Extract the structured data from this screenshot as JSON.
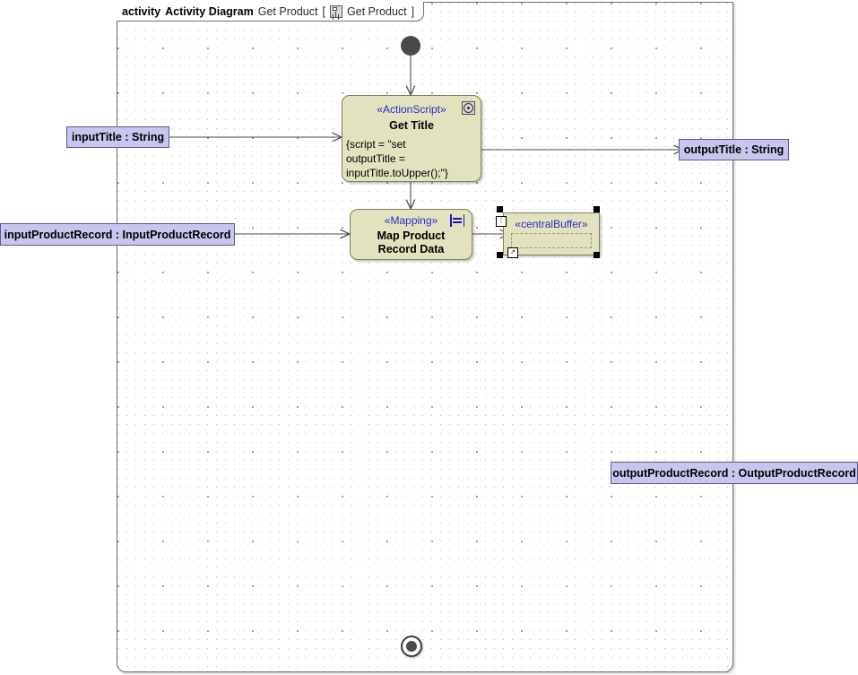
{
  "frame": {
    "keyword": "activity",
    "type_label": "Activity Diagram",
    "name": "Get Product",
    "open_bracket": "[",
    "close_bracket": "]",
    "qualifier": "Get Product",
    "icon": "activity-diagram-icon"
  },
  "nodes": {
    "initial": {
      "name": "initial-node"
    },
    "final": {
      "name": "activity-final-node"
    },
    "get_title": {
      "stereotype": "«ActionScript»",
      "name": "Get Title",
      "body": [
        "{script = \"set",
        "outputTitle =",
        "inputTitle.toUpper();\"}"
      ],
      "badge": "gear-icon"
    },
    "map_product": {
      "stereotype": "«Mapping»",
      "name_line_1": "Map Product",
      "name_line_2": "Record Data",
      "badge": "mapping-icon"
    },
    "central_buffer": {
      "stereotype": "«centralBuffer»",
      "selected": true
    }
  },
  "parameters": {
    "input_title": "inputTitle : String",
    "input_product_record": "inputProductRecord : InputProductRecord",
    "output_title": "outputTitle : String",
    "output_product_record": "outputProductRecord : OutputProductRecord"
  },
  "colors": {
    "action_fill": "#e2e2bf",
    "action_border": "#7e7e5e",
    "parameter_fill": "#c6c6ee",
    "parameter_border": "#5a5a8c",
    "stereotype_text": "#2c2ccc",
    "edge": "#4a4a4a",
    "frame_border": "#6d6d6d",
    "canvas": "#ffffff"
  }
}
